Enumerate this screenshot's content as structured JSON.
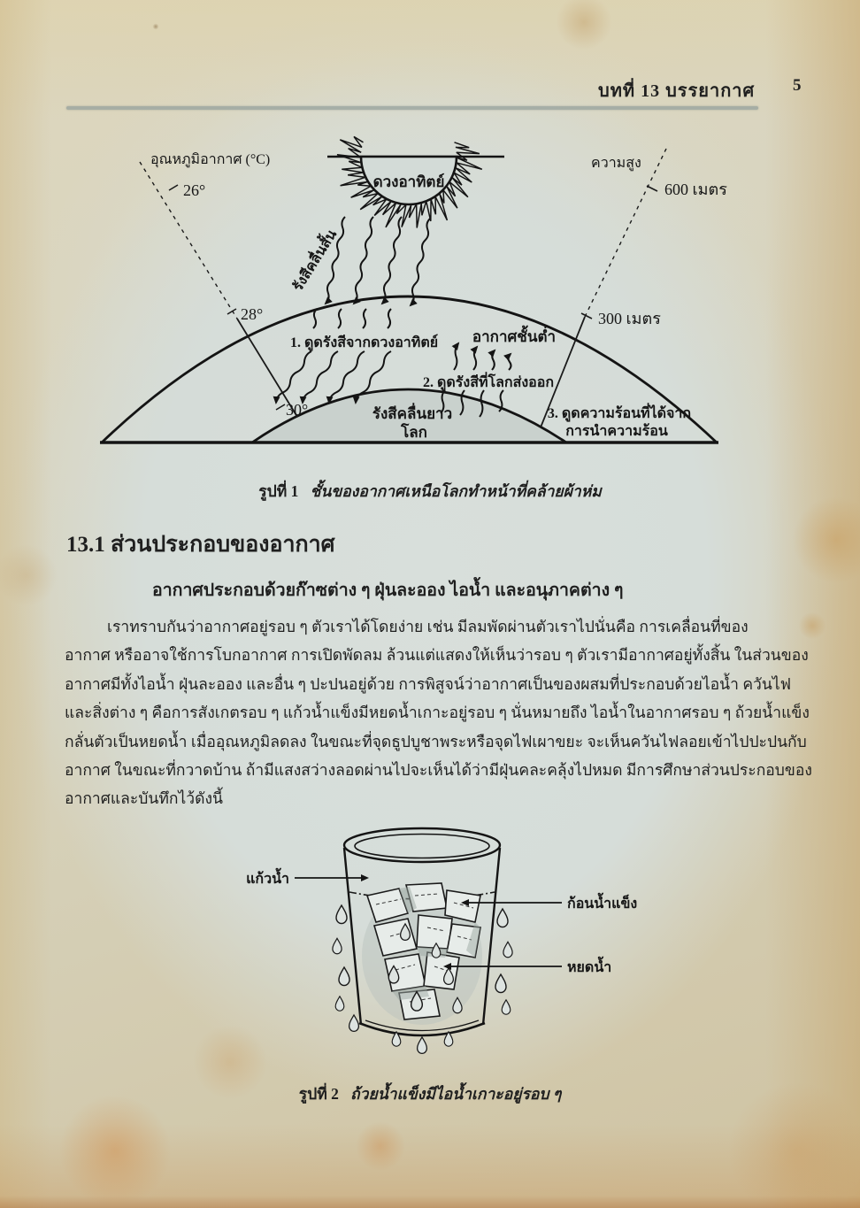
{
  "page": {
    "header": {
      "chapter": "บทที่ 13 บรรยากาศ",
      "page_number": "5"
    },
    "figure1": {
      "temp_axis_label": "อุณหภูมิอากาศ (°C)",
      "height_axis_label": "ความสูง",
      "temp_ticks": [
        "26°",
        "28°",
        "30°"
      ],
      "height_ticks": [
        "600 เมตร",
        "300 เมตร"
      ],
      "sun_label": "ดวงอาทิตย์",
      "shortwave_label": "รังสีคลื่นสั้น",
      "longwave_label": "รังสีคลื่นยาว",
      "earth_label": "โลก",
      "low_atmosphere_label": "อากาศชั้นต่ำ",
      "process1": "1. ดูดรังสีจากดวงอาทิตย์",
      "process2": "2. ดูดรังสีที่โลกส่งออก",
      "process3_line1": "3. ดูดความร้อนที่ได้จาก",
      "process3_line2": "การนำความร้อน",
      "caption_prefix": "รูปที่ 1",
      "caption_text": "ชั้นของอากาศเหนือโลกทำหน้าที่คล้ายผ้าห่ม"
    },
    "section": {
      "title": "13.1 ส่วนประกอบของอากาศ",
      "lead": "อากาศประกอบด้วยก๊าซต่าง ๆ ฝุ่นละออง ไอน้ำ และอนุภาคต่าง ๆ"
    },
    "paragraph_lines": [
      "เราทราบกันว่าอากาศอยู่รอบ ๆ ตัวเราได้โดยง่าย เช่น มีลมพัดผ่านตัวเราไปนั่นคือ การเคลื่อนที่ของ",
      "อากาศ หรืออาจใช้การโบกอากาศ การเปิดพัดลม ล้วนแต่แสดงให้เห็นว่ารอบ ๆ ตัวเรามีอากาศอยู่ทั้งสิ้น ในส่วนของ",
      "อากาศมีทั้งไอน้ำ ฝุ่นละออง และอื่น ๆ ปะปนอยู่ด้วย การพิสูจน์ว่าอากาศเป็นของผสมที่ประกอบด้วยไอน้ำ ควันไฟ",
      "และสิ่งต่าง ๆ คือการสังเกตรอบ ๆ แก้วน้ำแข็งมีหยดน้ำเกาะอยู่รอบ ๆ นั่นหมายถึง ไอน้ำในอากาศรอบ ๆ ถ้วยน้ำแข็ง",
      "กลั่นตัวเป็นหยดน้ำ เมื่ออุณหภูมิลดลง ในขณะที่จุดธูปบูชาพระหรือจุดไฟเผาขยะ จะเห็นควันไฟลอยเข้าไปปะปนกับ",
      "อากาศ ในขณะที่กวาดบ้าน ถ้ามีแสงสว่างลอดผ่านไปจะเห็นได้ว่ามีฝุ่นคละคลุ้งไปหมด มีการศึกษาส่วนประกอบของ",
      "อากาศและบันทึกไว้ดังนี้"
    ],
    "figure2": {
      "glass_label": "แก้วน้ำ",
      "ice_label": "ก้อนน้ำแข็ง",
      "drop_label": "หยดน้ำ",
      "caption_prefix": "รูปที่ 2",
      "caption_text": "ถ้วยน้ำแข็งมีไอน้ำเกาะอยู่รอบ ๆ"
    },
    "colors": {
      "paper_center": "#d8dfdb",
      "paper_edge": "#cfc3a2",
      "stain": "#c98b46",
      "ink": "#1f1f1f",
      "rule": "#9aa59f"
    }
  }
}
